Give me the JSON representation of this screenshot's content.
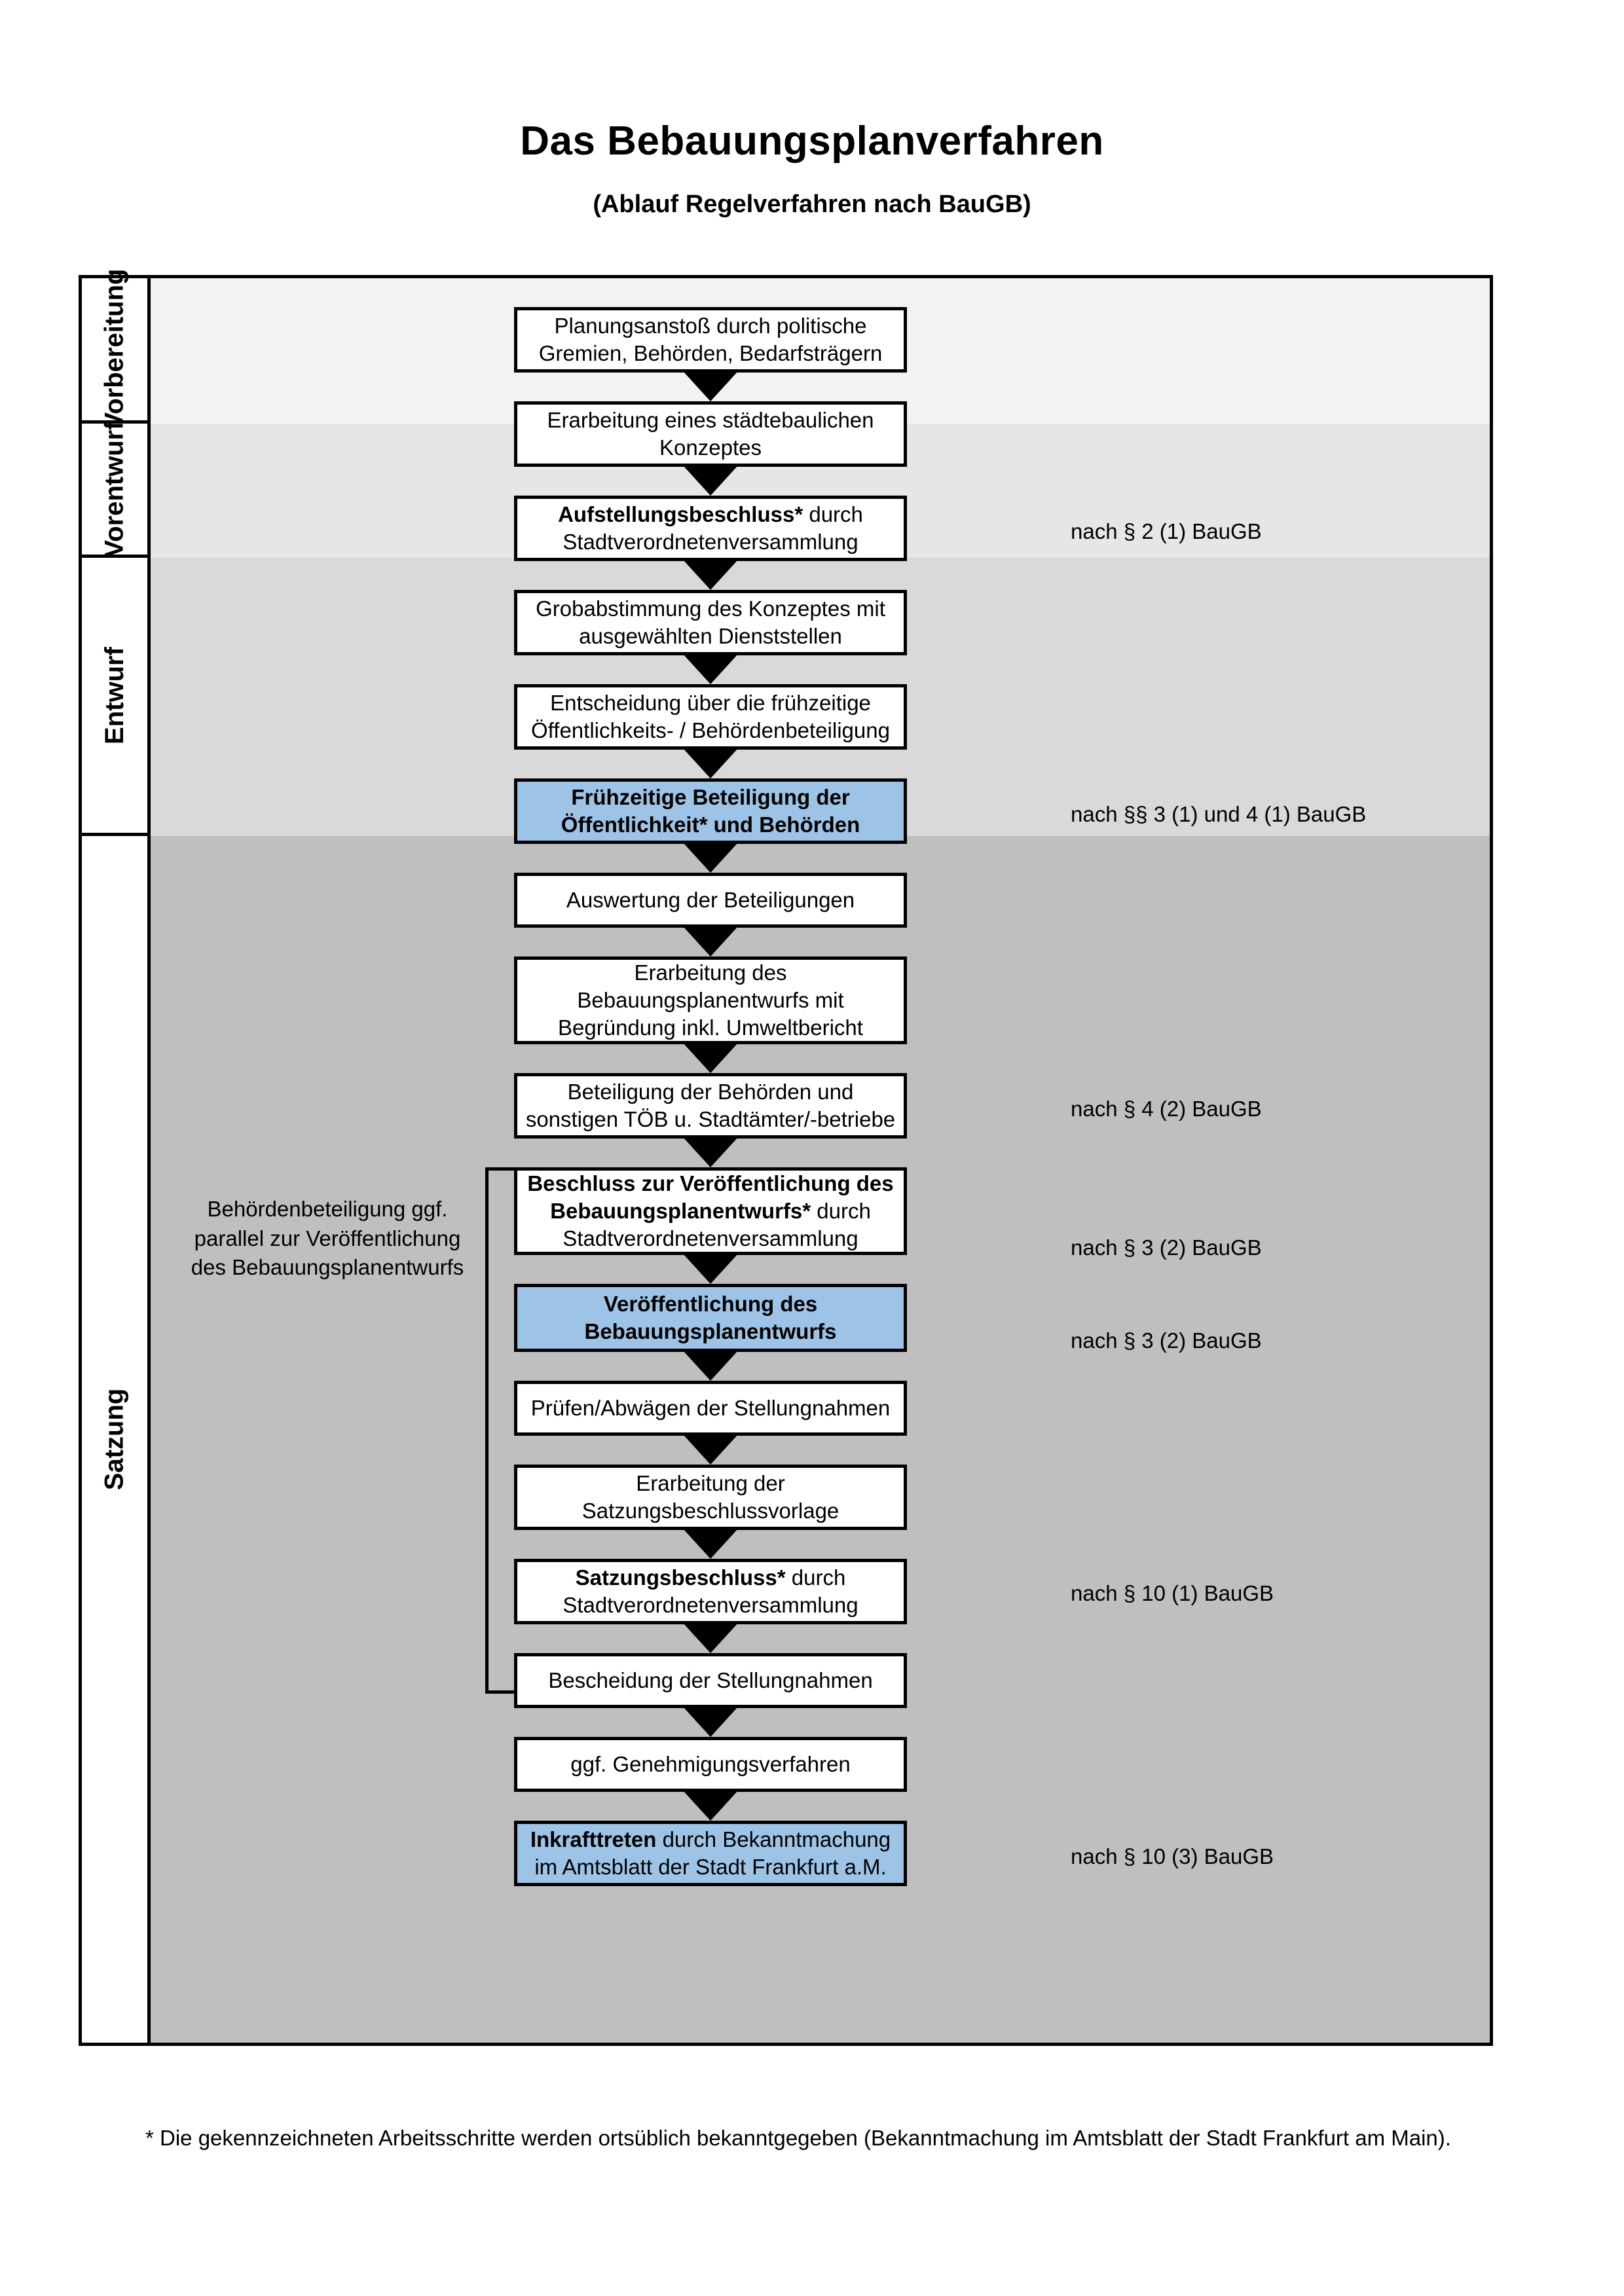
{
  "document": {
    "title": "Das Bebauungsplanverfahren",
    "subtitle": "(Ablauf Regelverfahren nach BauGB)",
    "footnote": "* Die gekennzeichneten Arbeitsschritte werden ortsüblich bekanntgegeben (Bekanntmachung im Amtsblatt  der Stadt Frankfurt am Main)."
  },
  "colors": {
    "highlight_blue": "#9dc3e6",
    "band_vorbereitung": "#f2f2f2",
    "band_vorentwurf": "#e6e6e6",
    "band_entwurf": "#d9d9d9",
    "band_satzung": "#bfbfbf",
    "line": "#000000"
  },
  "phases": [
    {
      "label": "Vorbereitung"
    },
    {
      "label": "Vorentwurf"
    },
    {
      "label": "Entwurf"
    },
    {
      "label": "Satzung"
    }
  ],
  "side_note": "Behördenbeteiligung ggf. parallel zur Veröffentlichung des Bebauungsplanentwurfs",
  "steps": [
    {
      "id": "s1",
      "line1": "Planungsanstoß durch politische",
      "line2": "Gremien, Behörden, Bedarfsträgern",
      "line3": "",
      "bold1": "",
      "highlight": false
    },
    {
      "id": "s2",
      "line1": "Erarbeitung eines städtebaulichen",
      "line2": "Konzeptes",
      "line3": "",
      "bold1": "",
      "highlight": false
    },
    {
      "id": "s3",
      "line1": " durch",
      "line2": "Stadtverordnetenversammlung",
      "line3": "",
      "bold1": "Aufstellungsbeschluss*",
      "highlight": false
    },
    {
      "id": "s4",
      "line1": "Grobabstimmung des Konzeptes mit",
      "line2": "ausgewählten Dienststellen",
      "line3": "",
      "bold1": "",
      "highlight": false
    },
    {
      "id": "s5",
      "line1": "Entscheidung über die frühzeitige",
      "line2": "Öffentlichkeits- / Behördenbeteiligung",
      "line3": "",
      "bold1": "",
      "highlight": false
    },
    {
      "id": "s6",
      "line1": "",
      "line2": "",
      "line3": "",
      "bold1": "Frühzeitige Beteiligung der Öffentlichkeit* und Behörden",
      "highlight": true
    },
    {
      "id": "s7",
      "line1": "Auswertung der Beteiligungen",
      "line2": "",
      "line3": "",
      "bold1": "",
      "highlight": false
    },
    {
      "id": "s8",
      "line1": "Erarbeitung des",
      "line2": "Bebauungsplanentwurfs mit",
      "line3": "Begründung inkl. Umweltbericht",
      "bold1": "",
      "highlight": false
    },
    {
      "id": "s9",
      "line1": "Beteiligung der Behörden und",
      "line2": "sonstigen TÖB u. Stadtämter/-betriebe",
      "line3": "",
      "bold1": "",
      "highlight": false
    },
    {
      "id": "s10",
      "line1": " durch",
      "line2": "Stadtverordnetenversammlung",
      "line3": "",
      "bold1": "Beschluss zur Veröffentlichung des Bebauungsplanentwurfs*",
      "highlight": false
    },
    {
      "id": "s11",
      "line1": "",
      "line2": "",
      "line3": "",
      "bold1": "Veröffentlichung des Bebauungsplanentwurfs",
      "highlight": true
    },
    {
      "id": "s12",
      "line1": "Prüfen/Abwägen der Stellungnahmen",
      "line2": "",
      "line3": "",
      "bold1": "",
      "highlight": false
    },
    {
      "id": "s13",
      "line1": "Erarbeitung der",
      "line2": "Satzungsbeschlussvorlage",
      "line3": "",
      "bold1": "",
      "highlight": false
    },
    {
      "id": "s14",
      "line1": " durch",
      "line2": "Stadtverordnetenversammlung",
      "line3": "",
      "bold1": "Satzungsbeschluss*",
      "highlight": false
    },
    {
      "id": "s15",
      "line1": "Bescheidung der Stellungnahmen",
      "line2": "",
      "line3": "",
      "bold1": "",
      "highlight": false
    },
    {
      "id": "s16",
      "line1": "ggf. Genehmigungsverfahren",
      "line2": "",
      "line3": "",
      "bold1": "",
      "highlight": false
    },
    {
      "id": "s17",
      "line1": " durch Bekanntmachung",
      "line2": "im Amtsblatt der Stadt Frankfurt a.M.",
      "line3": "",
      "bold1": "Inkrafttreten",
      "highlight": true
    }
  ],
  "legal_refs": [
    {
      "id": "r1",
      "text": "nach § 2 (1) BauGB"
    },
    {
      "id": "r2",
      "text": "nach §§ 3 (1) und 4 (1) BauGB"
    },
    {
      "id": "r3",
      "text": "nach § 4 (2) BauGB"
    },
    {
      "id": "r4",
      "text": "nach § 3 (2) BauGB"
    },
    {
      "id": "r5",
      "text": "nach § 3 (2) BauGB"
    },
    {
      "id": "r6",
      "text": "nach § 10 (1) BauGB"
    },
    {
      "id": "r7",
      "text": "nach § 10 (3) BauGB"
    }
  ]
}
